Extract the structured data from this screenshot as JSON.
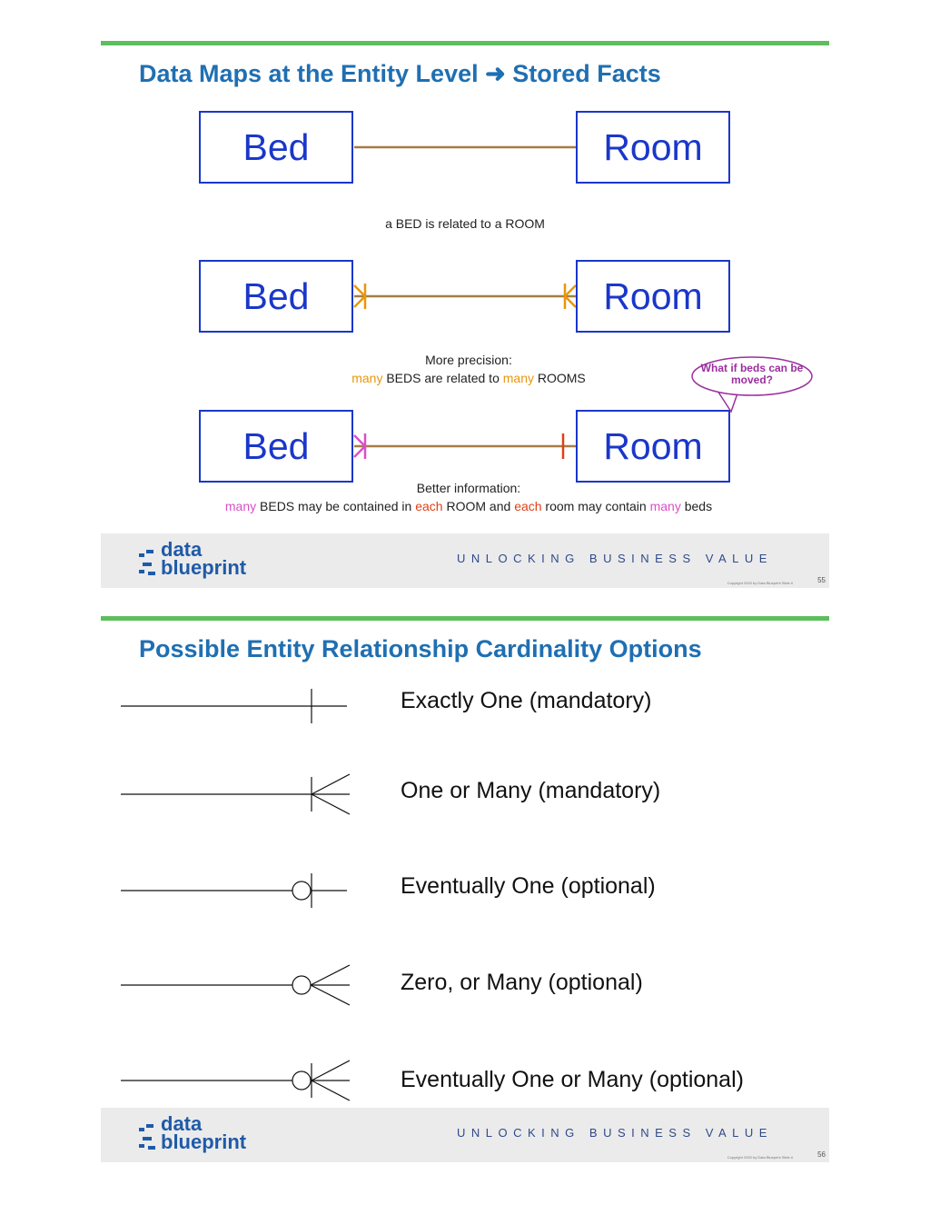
{
  "slide1": {
    "title": "Data Maps at the Entity Level ➜ Stored Facts",
    "row1": {
      "left": "Bed",
      "right": "Room",
      "caption": "a BED is related to a ROOM"
    },
    "row2": {
      "left": "Bed",
      "right": "Room",
      "caption_line1": "More precision:",
      "caption_many1": "many",
      "caption_mid": " BEDS are related to ",
      "caption_many2": "many",
      "caption_end": " ROOMS"
    },
    "bubble": "What if beds can be moved?",
    "row3": {
      "left": "Bed",
      "right": "Room",
      "caption_line1": "Better information:",
      "w1": "many",
      "w2": " BEDS may be contained in ",
      "w3": "each",
      "w4": " ROOM and ",
      "w5": "each",
      "w6": " room may contain ",
      "w7": "many",
      "w8": " beds"
    },
    "footer": {
      "logo_top": "data",
      "logo_bottom": "blueprint",
      "tagline": "UNLOCKING BUSINESS VALUE",
      "copyright": "Copyright 2020 by Data Blueprint Slide #",
      "page": "55"
    }
  },
  "slide2": {
    "title": "Possible Entity Relationship Cardinality Options",
    "options": [
      {
        "label": "Exactly One (mandatory)",
        "notation": "one-mandatory"
      },
      {
        "label": "One or Many (mandatory)",
        "notation": "many-mandatory"
      },
      {
        "label": "Eventually One (optional)",
        "notation": "one-optional"
      },
      {
        "label": "Zero, or Many (optional)",
        "notation": "many-optional"
      },
      {
        "label": "Eventually One or Many (optional)",
        "notation": "one-or-many-optional"
      }
    ],
    "footer": {
      "logo_top": "data",
      "logo_bottom": "blueprint",
      "tagline": "UNLOCKING BUSINESS VALUE",
      "copyright": "Copyright 2020 by Data Blueprint Slide #",
      "page": "56"
    }
  },
  "colors": {
    "title": "#1f6fb2",
    "entity": "#1a37c9",
    "relation_line": "#a57c45",
    "orange": "#e8960c",
    "magenta": "#d94fc8",
    "red": "#e04016",
    "green_rule": "#5cbf5c"
  }
}
